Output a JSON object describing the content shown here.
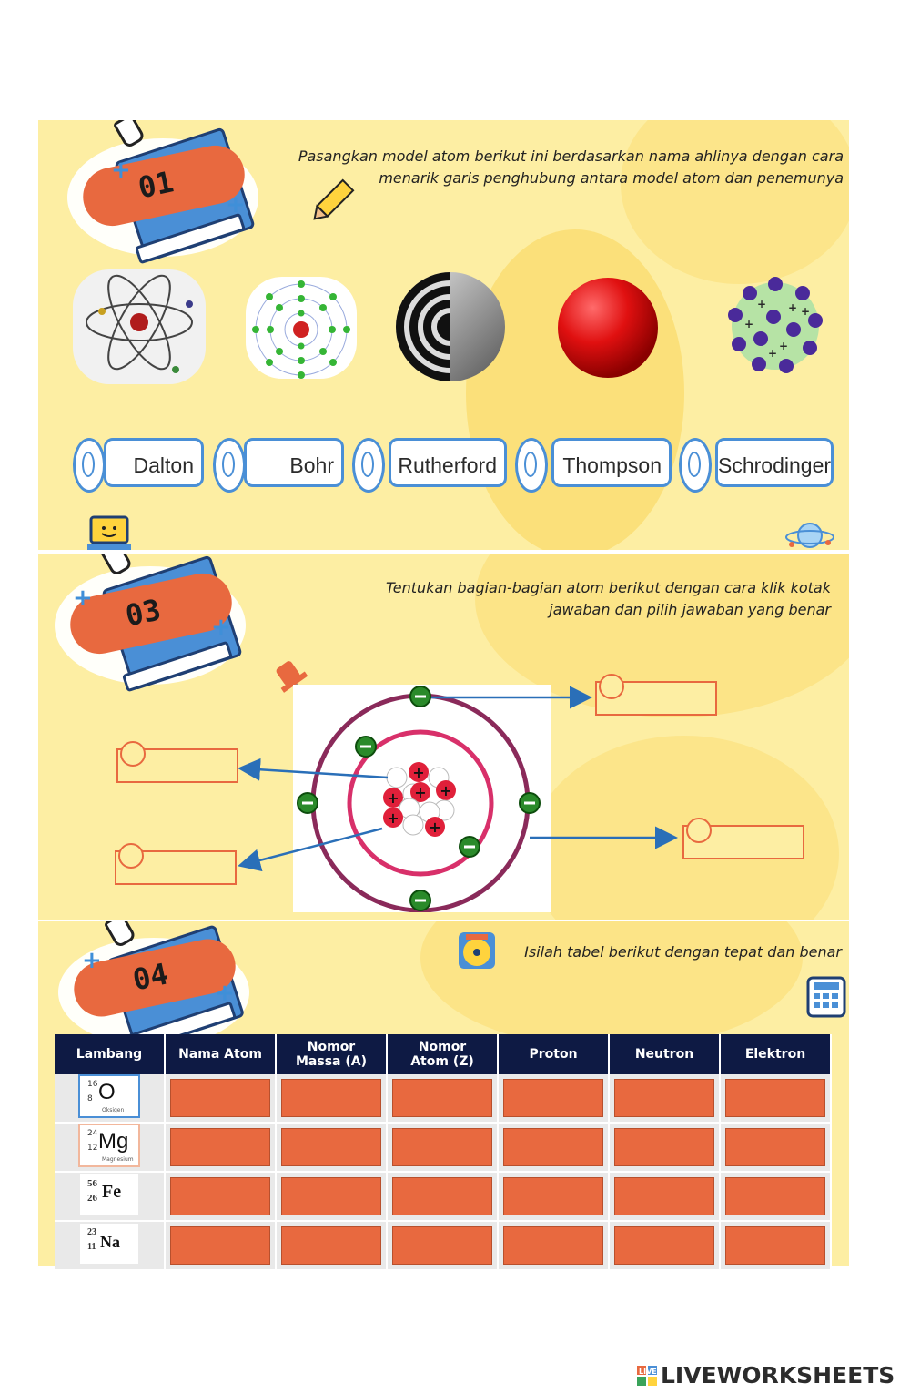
{
  "section1": {
    "number": "01",
    "instruction_line1": "Pasangkan model atom berikut ini berdasarkan nama ahlinya dengan cara",
    "instruction_line2": "menarik garis penghubung antara model atom dan penemunya",
    "names": [
      "Dalton",
      "Bohr",
      "Rutherford",
      "Thompson",
      "Schrodinger"
    ]
  },
  "section3": {
    "number": "03",
    "instruction_line1": "Tentukan bagian-bagian atom berikut dengan cara klik kotak",
    "instruction_line2": "jawaban dan pilih jawaban yang benar"
  },
  "section4": {
    "number": "04",
    "instruction": "Isilah tabel berikut dengan tepat dan benar",
    "headers": [
      [
        "Lambang"
      ],
      [
        "Nama Atom"
      ],
      [
        "Nomor",
        "Massa (A)"
      ],
      [
        "Nomor",
        "Atom (Z)"
      ],
      [
        "Proton"
      ],
      [
        "Neutron"
      ],
      [
        "Elektron"
      ]
    ],
    "rows": [
      {
        "symbol": "O",
        "mass": "16",
        "z": "8",
        "name": "Oksigen"
      },
      {
        "symbol": "Mg",
        "mass": "24",
        "z": "12",
        "name": "Magnesium"
      },
      {
        "symbol": "Fe",
        "mass": "56",
        "z": "26",
        "name": ""
      },
      {
        "symbol": "Na",
        "mass": "23",
        "z": "11",
        "name": ""
      }
    ]
  },
  "footer": {
    "logo": "LIVEWORKSHEETS",
    "logo_mark": "LIVE"
  },
  "colors": {
    "panel": "#fdeea3",
    "accent_orange": "#e8693f",
    "accent_blue": "#4a8fd6",
    "table_header": "#0e1a44"
  }
}
